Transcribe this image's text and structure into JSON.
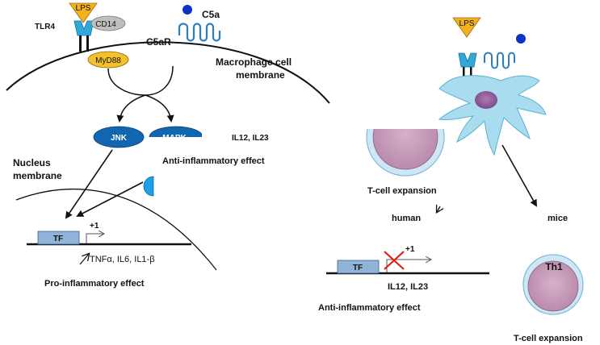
{
  "colors": {
    "lps": "#f2b21e",
    "tlr4": "#2fa9d9",
    "cd14": "#bfbfbf",
    "myd88": "#f2c12c",
    "c5a": "#1030c8",
    "c5ar": "#2c7fc1",
    "kinase": "#1266b0",
    "tf_box": "#8fb3d9",
    "cell_fill": "#cfa6c2",
    "cell_ring": "#c8e4f3",
    "dendritic": "#a8dcee",
    "inhibit_x": "#e21b1b"
  },
  "icons": [
    "lps-triangle-icon",
    "tlr4-receptor-icon",
    "c5ar-receptor-icon",
    "c5a-dot-icon",
    "dendritic-cell-icon",
    "t-cell-icon",
    "red-x-icon"
  ],
  "left_panel": {
    "lps": "LPS",
    "tlr4": "TLR4",
    "cd14": "CD14",
    "myd88": "MyD88",
    "c5a": "C5a",
    "c5ar": "C5aR",
    "membrane_line1": "Macrophage cell",
    "membrane_line2": "membrane",
    "jnk": "JNK",
    "mapk": "MAPK",
    "il_top": "IL12, IL23",
    "anti_effect": "Anti-inflammatory effect",
    "nucleus_line1": "Nucleus",
    "nucleus_line2": "membrane",
    "tf": "TF",
    "plus_one": "+1",
    "cytokines": "TNFα, IL6, IL1-β",
    "pro_effect": "Pro-inflammatory effect"
  },
  "right_panel": {
    "lps": "LPS",
    "tcell_expansion_top": "T-cell expansion",
    "human": "human",
    "mice": "mice",
    "tf": "TF",
    "plus_one": "+1",
    "cytokines": "IL12, IL23",
    "anti_effect": "Anti-inflammatory effect",
    "th1": "Th1",
    "tcell_expansion_bottom": "T-cell expansion"
  }
}
